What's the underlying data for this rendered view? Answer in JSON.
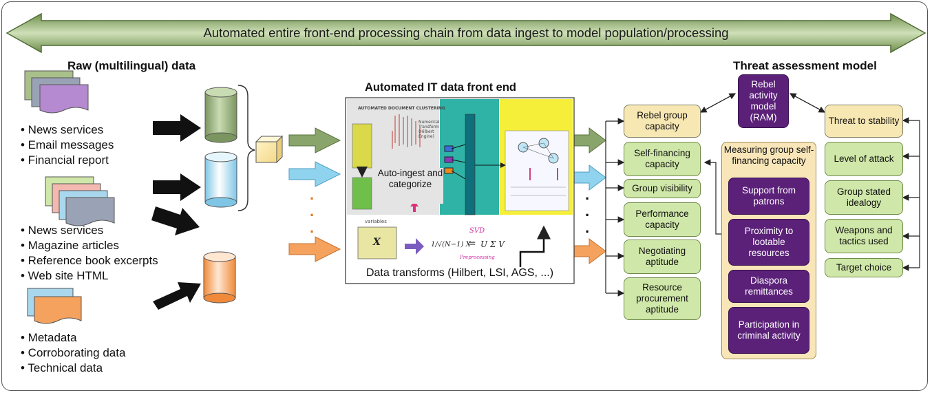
{
  "banner": {
    "text": "Automated entire front-end processing chain from data ingest to model population/processing",
    "colors": {
      "fill": "#7fa05a",
      "light": "#c3d8a8",
      "stroke": "#4e6a34"
    }
  },
  "raw_data": {
    "title": "Raw (multilingual) data",
    "group1": [
      "• News services",
      "• Email messages",
      "• Financial report"
    ],
    "group2": [
      "• News services",
      "• Magazine articles",
      "• Reference book excerpts",
      "• Web site HTML"
    ],
    "group3": [
      "• Metadata",
      "• Corroborating data",
      "• Technical data"
    ],
    "doc_colors": [
      "#b58ad0",
      "#a9d8ee",
      "#f4a25e",
      "#a9c08b",
      "#9aa2b5"
    ],
    "cylinder_colors": [
      "#9fb585",
      "#bfe6f7",
      "#f7b27a"
    ]
  },
  "front_end": {
    "title": "Automated IT data front end",
    "clustering_label": "AUTOMATED DOCUMENT CLUSTERING",
    "numerical_transform": "Numerical Transform (Hilbert Engine)",
    "auto_ingest": "Auto-ingest and categorize",
    "variables": "variables",
    "svd": "SVD",
    "preprocessing": "Preprocessing",
    "matrix_label": "X",
    "formula_left": "1/√(N−1) X",
    "formula_right": "U Σ V",
    "caption": "Data transforms (Hilbert, LSI, AGS, ...)",
    "arrow_colors": [
      "#8aa56b",
      "#8fd3ef",
      "#f4a25e"
    ],
    "dots": "·"
  },
  "threat_model": {
    "title": "Threat assessment  model",
    "ram": "Rebel activity model (RAM)",
    "left_boxes": [
      "Rebel group capacity",
      "Self-financing capacity",
      "Group visibility",
      "Performance capacity",
      "Negotiating aptitude",
      "Resource procurement aptitude"
    ],
    "measuring": {
      "title": "Measuring group self-financing capacity",
      "items": [
        "Support from patrons",
        "Proximity to lootable resources",
        "Diaspora remittances",
        "Participation in criminal activity"
      ]
    },
    "right_boxes": [
      "Threat to stability",
      "Level of attack",
      "Group stated idealogy",
      "Weapons and tactics used",
      "Target choice"
    ],
    "colors": {
      "yellow": "#f7e7b3",
      "green": "#cfe7a8",
      "purple": "#5b2179"
    }
  }
}
